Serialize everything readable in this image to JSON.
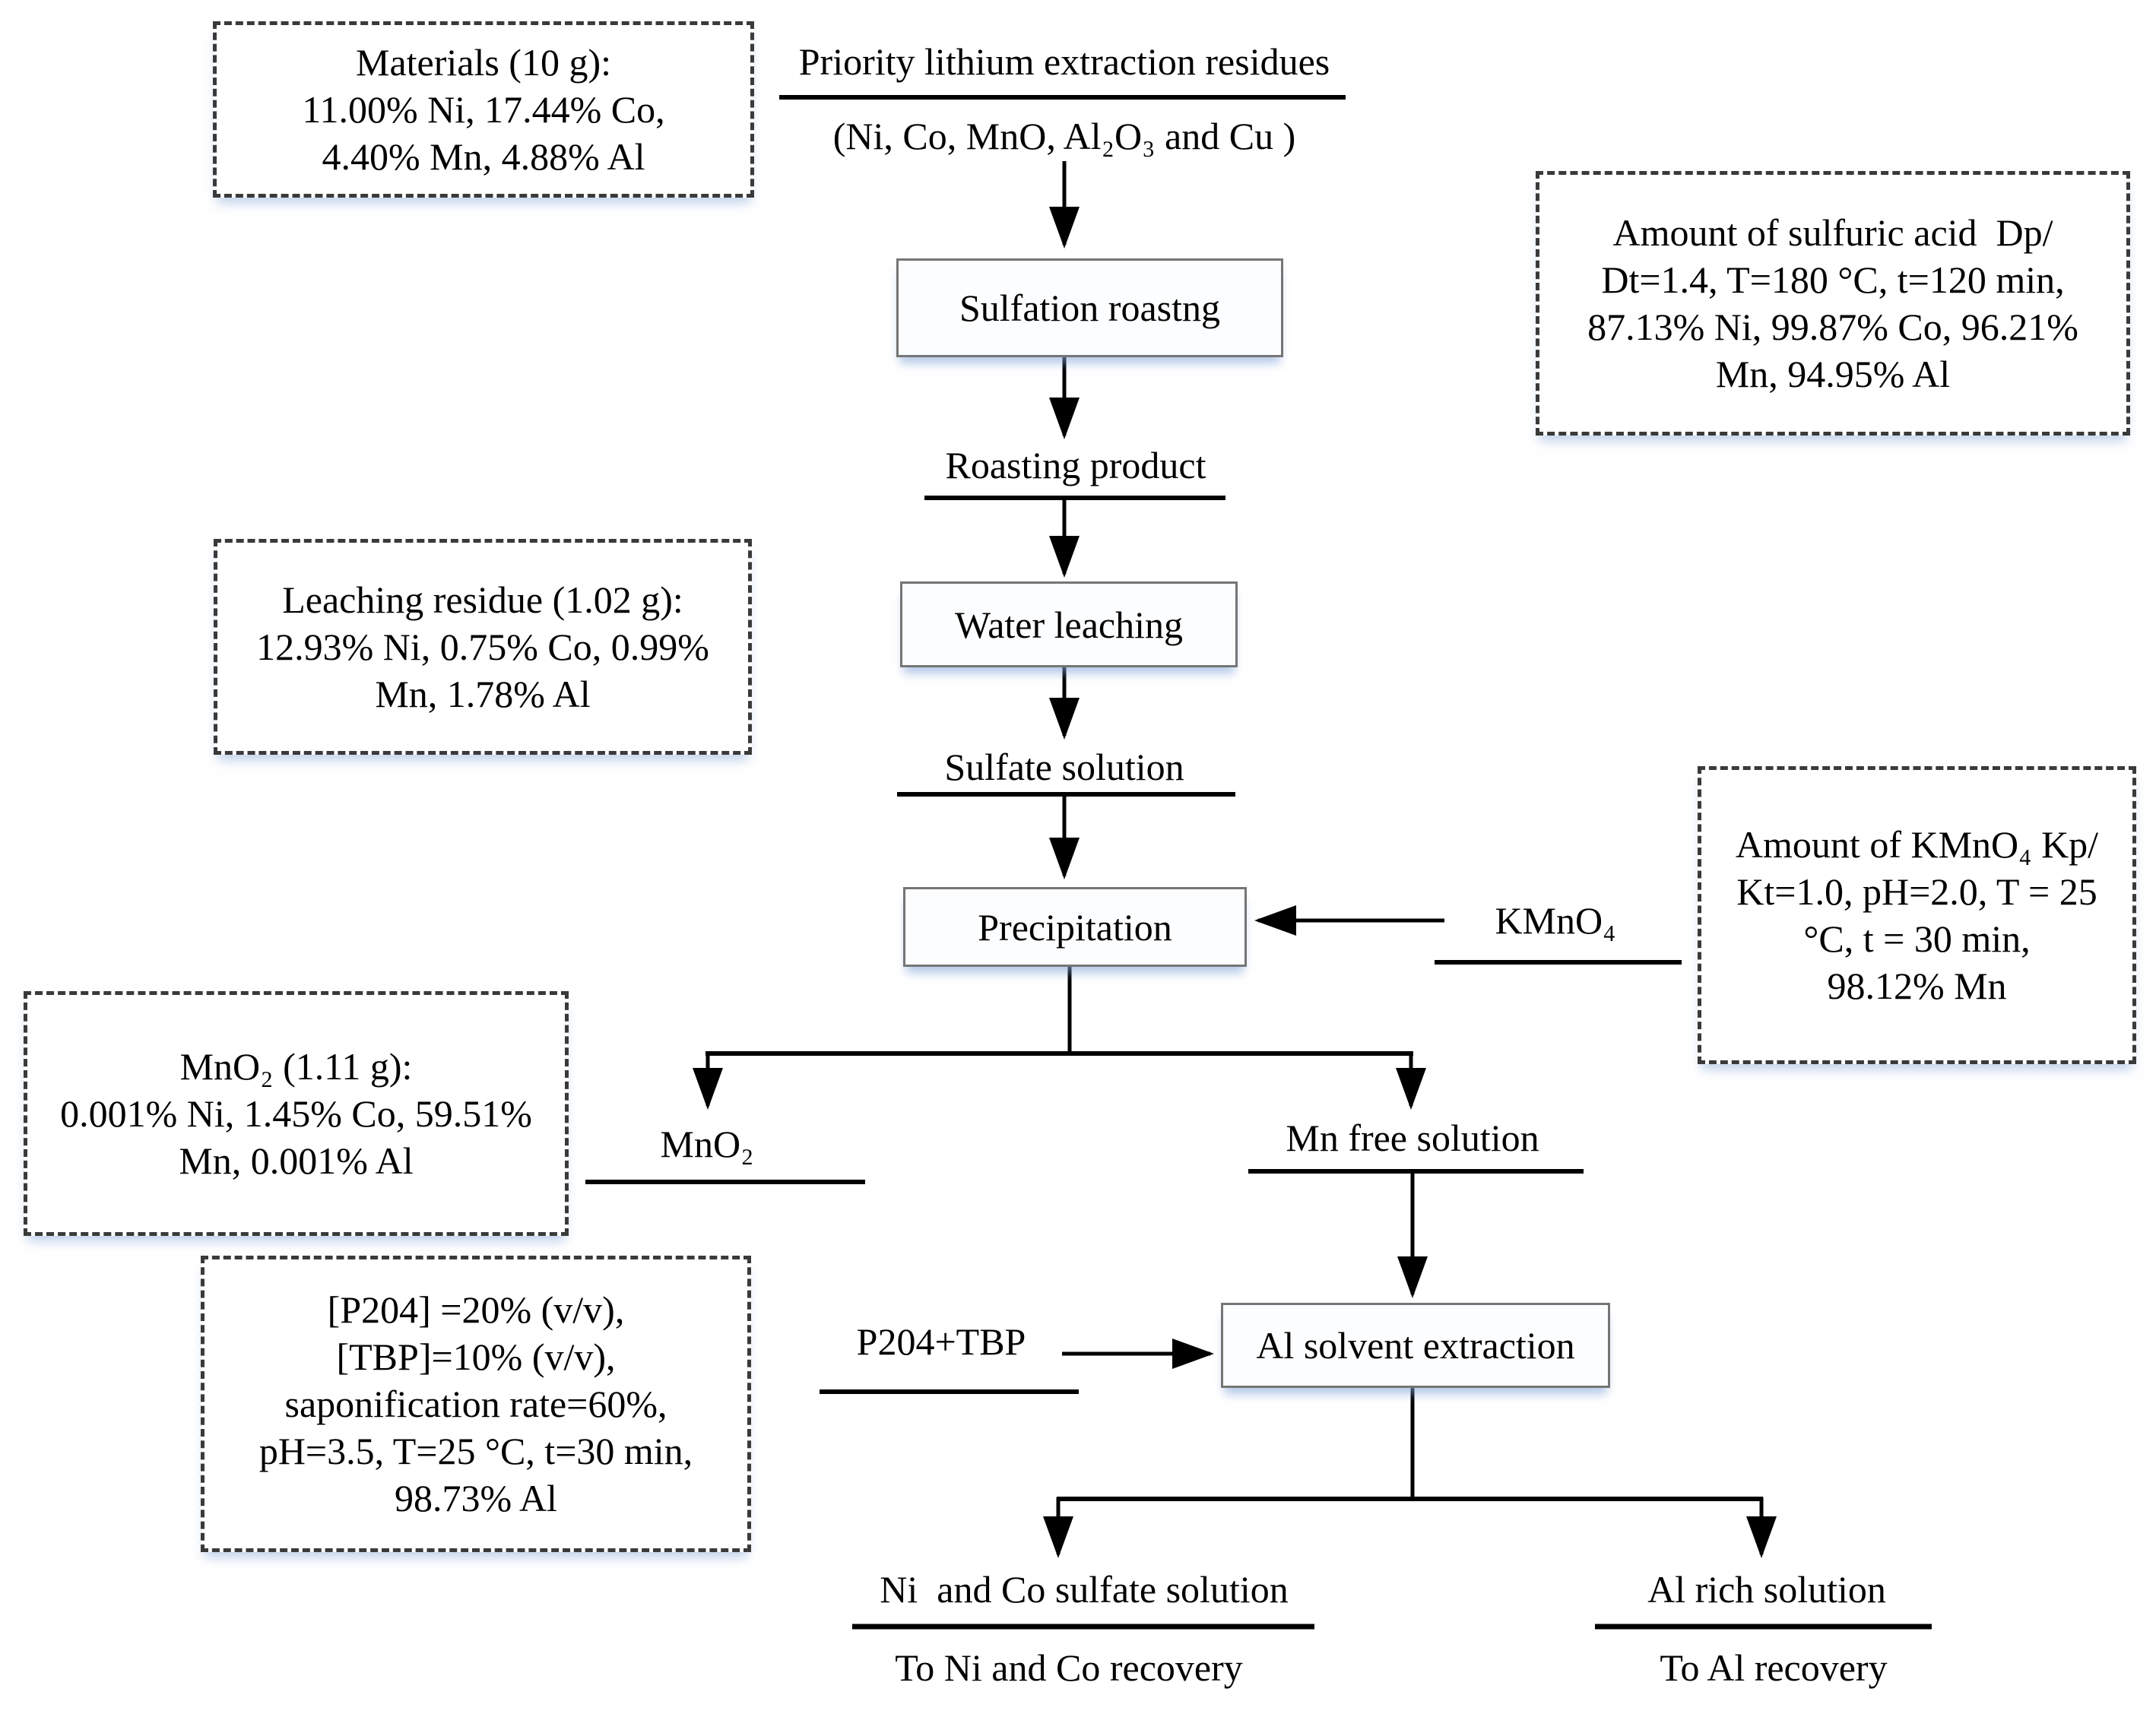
{
  "title": {
    "line1": "Priority lithium extraction residues",
    "line2": "(Ni, Co, MnO, Al₂O₃ and Cu )"
  },
  "process_boxes": {
    "sulfation": "Sulfation roastng",
    "water_leaching": "Water leaching",
    "precipitation": "Precipitation",
    "al_extraction": "Al solvent extraction"
  },
  "stream_labels": {
    "roasting_product": "Roasting product",
    "sulfate_solution": "Sulfate solution",
    "kmno4": "KMnO₄",
    "mno2": "MnO₂",
    "mn_free_solution": "Mn free solution",
    "p204_tbp": "P204+TBP"
  },
  "outputs": {
    "ni_co_sulfate": "Ni  and Co sulfate solution",
    "to_ni_co_recovery": "To Ni and Co recovery",
    "al_rich": "Al rich solution",
    "to_al_recovery": "To Al recovery"
  },
  "annotations": {
    "materials": {
      "lines": [
        "Materials (10 g):",
        "11.00% Ni, 17.44% Co,",
        "4.40% Mn, 4.88% Al"
      ]
    },
    "sulfuric_acid": {
      "lines": [
        "Amount of sulfuric acid  Dp/",
        "Dt=1.4, T=180 °C, t=120 min,",
        "87.13% Ni, 99.87% Co, 96.21%",
        "Mn, 94.95% Al"
      ]
    },
    "leaching_residue": {
      "lines": [
        "Leaching residue (1.02 g):",
        "12.93% Ni, 0.75% Co, 0.99%",
        "Mn, 1.78% Al"
      ]
    },
    "mno2_product": {
      "lines": [
        "MnO₂ (1.11 g):",
        "0.001% Ni, 1.45% Co, 59.51%",
        "Mn, 0.001% Al"
      ]
    },
    "p204_conditions": {
      "lines": [
        "[P204] =20% (v/v),",
        "[TBP]=10% (v/v),",
        "saponification rate=60%,",
        "pH=3.5, T=25 °C, t=30 min,",
        "98.73% Al"
      ]
    },
    "kmno4_amount": {
      "lines": [
        "Amount of KMnO₄ Kp/",
        "Kt=1.0, pH=2.0, T = 25",
        "°C, t = 30 min,",
        "98.12% Mn"
      ]
    }
  },
  "colors": {
    "line": "#000000",
    "process_box_border": "#757575",
    "process_box_fill": "#fcfdfe",
    "dashed_box_border": "#3a3a3a",
    "shadow_tint": "#b9cfe8"
  }
}
